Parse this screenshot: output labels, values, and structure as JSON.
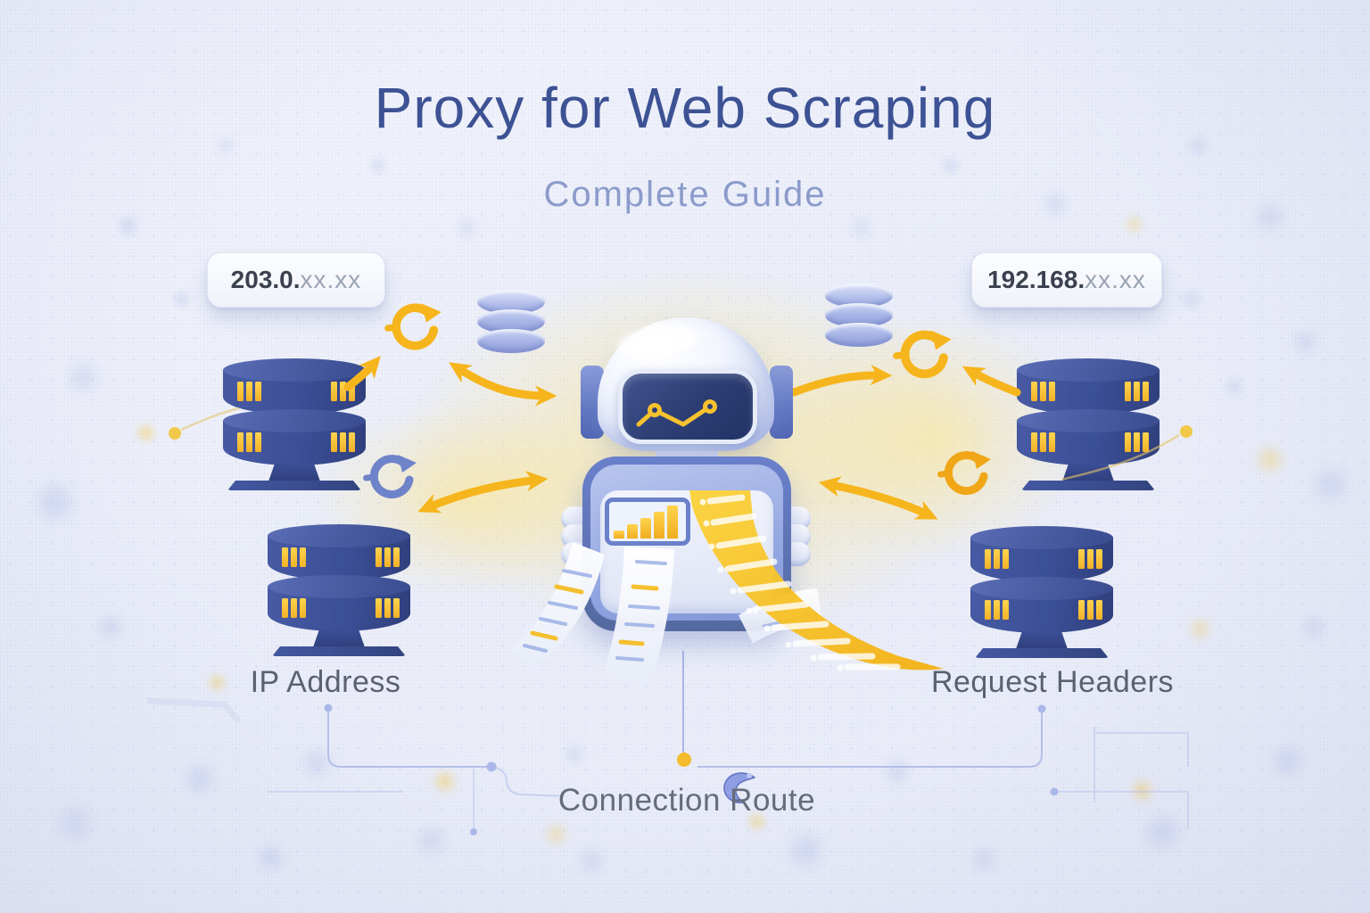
{
  "header": {
    "title": "Proxy for Web Scraping",
    "subtitle": "Complete Guide"
  },
  "badges": {
    "left": {
      "prefix": "203.0.",
      "masked": "xx.xx"
    },
    "right": {
      "prefix": "192.168.",
      "masked": "xx.xx"
    }
  },
  "labels": {
    "ip_address": "IP Address",
    "request_headers": "Request Headers",
    "connection_route": "Connection Route"
  },
  "icons": {
    "refresh": "circular-sync-arrow",
    "server": "server-stack-with-lights",
    "database": "stacked-db-cylinders",
    "robot": "scraper-bot",
    "visor_chart": "line-chart",
    "chest_chart": "ascending-bar-chart",
    "output": "data-receipt-tapes"
  },
  "colors": {
    "accent_yellow": "#f6b51c",
    "server_blue": "#3b4f97",
    "periwinkle": "#8f9fe0",
    "visor_navy": "#2c3e73",
    "title_blue": "#3d5294",
    "subtitle_blue": "#8c9bcb",
    "label_gray": "#5b6170",
    "background": "#edeff8"
  }
}
